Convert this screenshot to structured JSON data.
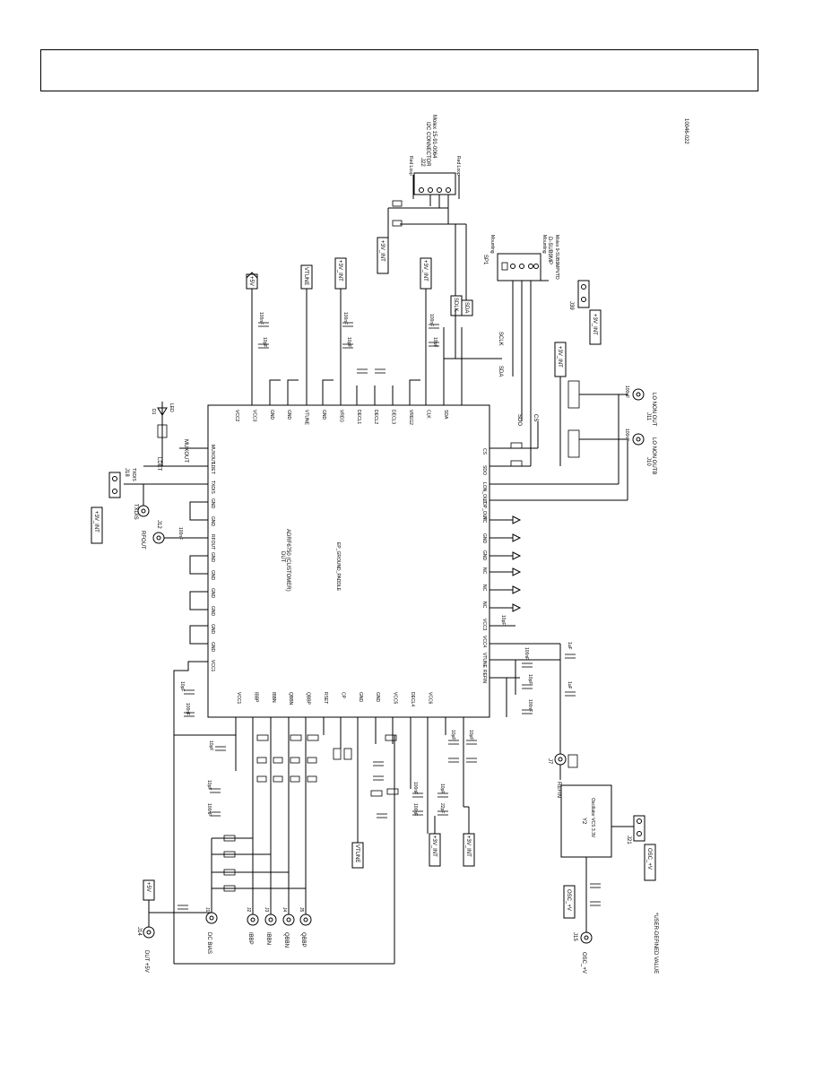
{
  "page": {
    "figure_id": "10046-022",
    "footnote": "*USER-DEFINED VALUE"
  },
  "ic": {
    "designator": "DUT",
    "part": "ADRF6750 (CUSTOMER)",
    "pad": "EP_GROUND_PADDLE"
  },
  "rails": {
    "top_left": "+5V",
    "vtune_top": "VTUNE",
    "top_mid": "+3V_INT",
    "top_right": "+3V_INT",
    "i2c": "+3V_INT",
    "j3x": "+3V_INT",
    "right_lo": "+3V_INT",
    "left_mid": "+3V_INT",
    "vtune_bottom": "VTUNE",
    "bottom_1": "+3V_INT",
    "bottom_2": "+3V_INT",
    "bottom_left": "+5V",
    "osc_1": "OSC_+V",
    "osc_2": "OSC_+V"
  },
  "connectors": {
    "i2c_title": "I2C CONNECTOR",
    "i2c_part": "Molex 15-91-0064",
    "i2c_ref": "J22",
    "i2c_pin": "Red Loop",
    "spi_ref": "SP1",
    "spi_part": "D-SUB9MP",
    "spi_mfr": "Molex 9-SUB9MPVTD",
    "spi_pin": "Mounting",
    "j39": "J39",
    "j18": "J18",
    "sdlk": "SDLK",
    "sda": "SDA",
    "sclk": "SCLK",
    "sda_net": "SDA",
    "cs": "CS",
    "sdo": "SDO"
  },
  "outputs": {
    "lo_out": "LO NON OUT",
    "lo_outb": "LO NON OUTB",
    "j10": "J10",
    "j11": "J11",
    "j12": "J12",
    "rfout": "RFOUT",
    "txdis": "TXDIS",
    "ldet": "LDET",
    "muxout": "MUXOUT",
    "d1": "D1",
    "led": "LED",
    "refin": "REFIN",
    "j7": "J7",
    "y2": "Y2",
    "osc_part": "Oscillator VCS 3.3V",
    "j15": "J15",
    "j21": "J21",
    "j14": "J14",
    "dut5v": "DUT +5V",
    "dcbias": "DC BIAS",
    "ibbp": "IBBP",
    "ibbn": "IBBN",
    "qbbn": "QBBN",
    "qbbp": "QBBP",
    "j1": "J1",
    "j2": "J2",
    "j3": "J3",
    "j4": "J4",
    "j5": "J5"
  },
  "caps": {
    "c100n": "100nF",
    "c10p": "10pF",
    "c1u": "1uF",
    "c22p": "22pF",
    "c1n": "1nF"
  },
  "left_pins": [
    "MUXOUT",
    "LDET",
    "TXDIS",
    "GND",
    "GND",
    "RFOUT",
    "GND",
    "GND",
    "GND",
    "GND",
    "GND",
    "GND",
    "VCC1"
  ],
  "right_pins": [
    "CS",
    "SDO",
    "LON_OUT",
    "LOP_OUT",
    "NC",
    "GND",
    "GND",
    "NC",
    "NC",
    "NC",
    "VCC3",
    "VCC4",
    "VTUNE",
    "REFIN"
  ],
  "top_pins": [
    "VCC2",
    "VCC3",
    "GND",
    "GND",
    "VTUNE",
    "GND",
    "VREG",
    "DECL1",
    "DECL2",
    "DECL3",
    "VREG2",
    "CLK",
    "SDA"
  ],
  "bottom_pins": [
    "VCC1",
    "IBBP",
    "IBBN",
    "QBBN",
    "QBBP",
    "RSET",
    "CP",
    "GND",
    "GND",
    "VCC5",
    "DECL4",
    "VCC6"
  ]
}
